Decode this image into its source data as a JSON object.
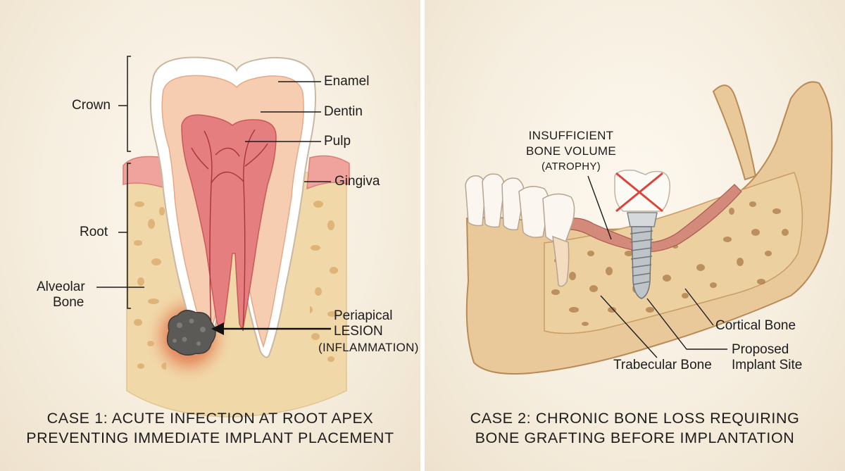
{
  "case1": {
    "labels": {
      "crown": "Crown",
      "root": "Root",
      "alveolar_bone_line1": "Alveolar",
      "alveolar_bone_line2": "Bone",
      "enamel": "Enamel",
      "dentin": "Dentin",
      "pulp": "Pulp",
      "gingiva": "Gingiva",
      "lesion_line1": "Periapical",
      "lesion_line2": "LESION",
      "lesion_line3": "(INFLAMMATION)"
    },
    "caption_line1": "CASE 1: ACUTE INFECTION AT ROOT APEX",
    "caption_line2": "PREVENTING IMMEDIATE IMPLANT PLACEMENT"
  },
  "case2": {
    "labels": {
      "insufficient_line1": "INSUFFICIENT",
      "insufficient_line2": "BONE VOLUME",
      "insufficient_line3": "(ATROPHY)",
      "cortical_bone": "Cortical Bone",
      "trabecular_bone": "Trabecular Bone",
      "implant_site_line1": "Proposed",
      "implant_site_line2": "Implant Site"
    },
    "caption_line1": "CASE 2: CHRONIC BONE LOSS REQUIRING",
    "caption_line2": "BONE GRAFTING BEFORE IMPLANTATION"
  },
  "colors": {
    "enamel": "#ffffff",
    "dentin": "#f7cdb1",
    "pulp": "#e57f7f",
    "gingiva": "#f0a39c",
    "bone": "#f0d8a8",
    "lesion": "#5c5a57",
    "inflammation": "#d8562e",
    "rejection_mark": "#d9453c"
  }
}
